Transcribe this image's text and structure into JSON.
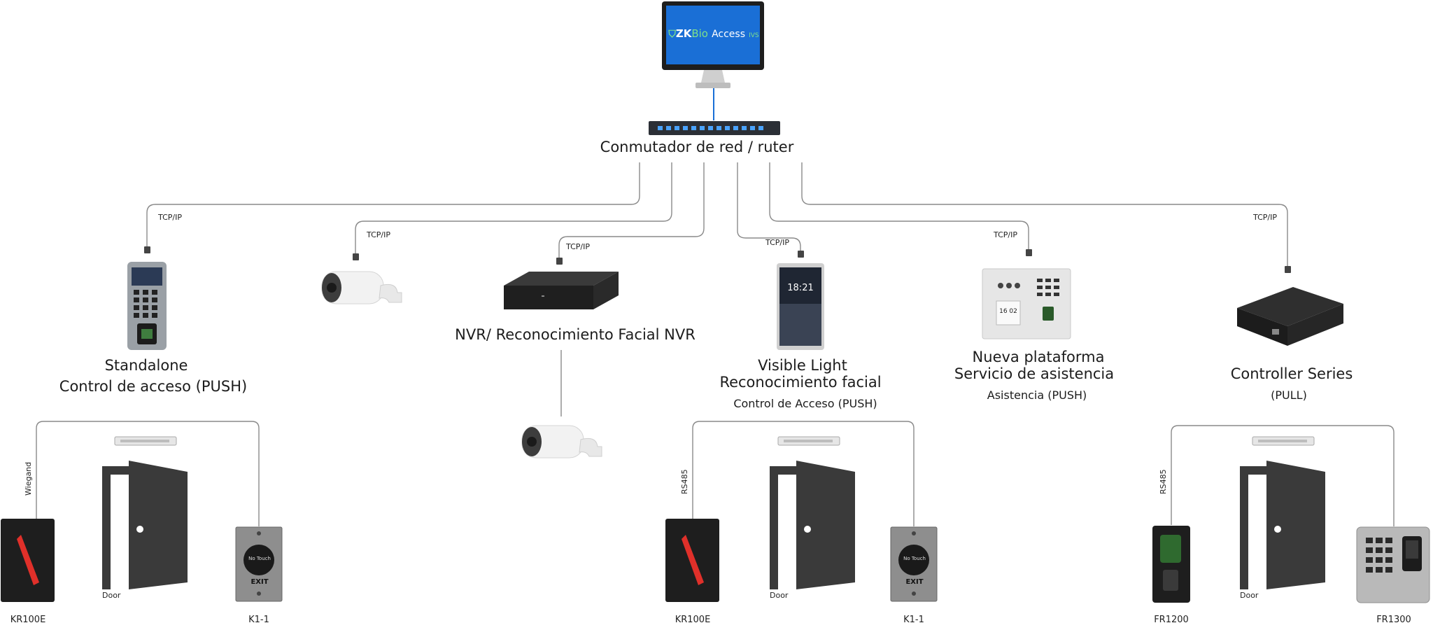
{
  "server": {
    "logo_zk": "ZK",
    "logo_bio": "Bio",
    "logo_access": "Access",
    "logo_ivs": "IVS"
  },
  "switch": {
    "label": "Conmutador de red / ruter"
  },
  "protocol": {
    "tcpip": "TCP/IP"
  },
  "devices": {
    "standalone": {
      "title": "Standalone",
      "subtitle": "Control de acceso (PUSH)"
    },
    "nvr": {
      "title": "NVR/ Reconocimiento Facial NVR"
    },
    "visible_light": {
      "title": "Visible Light",
      "subtitle": "Reconocimiento facial",
      "mode": "Control de Acceso (PUSH)",
      "screen_time": "18:21"
    },
    "attendance": {
      "title": "Nueva plataforma",
      "subtitle": "Servicio de asistencia",
      "mode": "Asistencia (PUSH)",
      "screen_time": "16 02"
    },
    "controller": {
      "title": "Controller Series",
      "mode": "(PULL)"
    }
  },
  "peripherals": {
    "group1": {
      "wire": "Wiegand",
      "door": "Door",
      "reader": "KR100E",
      "button": "K1-1",
      "button_text": "EXIT",
      "button_face": "No Touch"
    },
    "group2": {
      "wire": "RS485",
      "door": "Door",
      "reader": "KR100E",
      "button": "K1-1",
      "button_text": "EXIT",
      "button_face": "No Touch"
    },
    "group3": {
      "wire": "RS485",
      "door": "Door",
      "reader": "FR1200",
      "reader2": "FR1300"
    }
  },
  "colors": {
    "screen_blue": "#1a6fd6",
    "wire": "#8a8a8a",
    "device_dark": "#2d2d2d",
    "door": "#3a3a3a",
    "reader_red": "#e0302a"
  }
}
